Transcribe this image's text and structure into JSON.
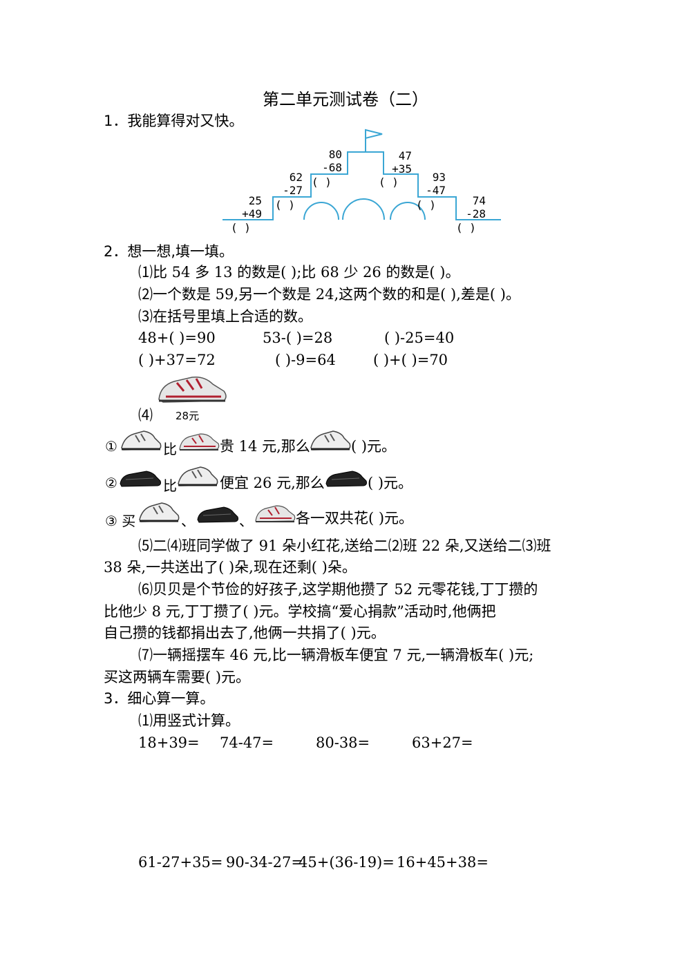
{
  "title": "第二单元测试卷（二）",
  "q1": {
    "heading": "1．我能算得对又快。",
    "castle": {
      "problems": [
        {
          "top": "25",
          "bottom": "+49",
          "blank": "(      )"
        },
        {
          "top": "62",
          "bottom": "-27",
          "blank": "(      )"
        },
        {
          "top": "80",
          "bottom": "-68",
          "blank": "(      )"
        },
        {
          "top": "47",
          "bottom": "+35",
          "blank": "(      )"
        },
        {
          "top": "93",
          "bottom": "-47",
          "blank": "(      )"
        },
        {
          "top": "74",
          "bottom": "-28",
          "blank": "(      )"
        }
      ],
      "line_color": "#3aa6d4"
    }
  },
  "q2": {
    "heading": "2．想一想,填一填。",
    "p1": "⑴比 54 多 13 的数是(        );比 68 少 26 的数是(        )。",
    "p2": "⑵一个数是 59,另一个数是 24,这两个数的和是(        ),差是(        )。",
    "p3": "⑶在括号里填上合适的数。",
    "row1": [
      "48+(        )=90",
      "53-(        )=28",
      "(        )-25=40"
    ],
    "row2": [
      "(        )+37=72",
      "(        )-9=64",
      "(        )+(        )=70"
    ],
    "p4_label": "⑷",
    "price_label": "28元",
    "sub1": {
      "num": "①",
      "t1": "比",
      "t2": "贵 14 元,那么",
      "blank": "(        )元。"
    },
    "sub2": {
      "num": "②",
      "t1": "比",
      "t2": "便宜 26 元,那么",
      "blank": "(        )元。"
    },
    "sub3": {
      "num": "③ 买",
      "sep1": "、",
      "sep2": "、",
      "tail": "各一双共花(        )元。"
    },
    "p5a": "⑸二⑷班同学做了 91 朵小红花,送给二⑵班 22 朵,又送给二⑶班",
    "p5b": "38 朵,一共送出了(        )朵,现在还剩(        )朵。",
    "p6a": "⑹贝贝是个节俭的好孩子,这学期他攒了 52 元零花钱,丁丁攒的",
    "p6b": "比他少 8 元,丁丁攒了(        )元。学校搞“爱心捐款”活动时,他俩把",
    "p6c": "自己攒的钱都捐出去了,他俩一共捐了(        )元。",
    "p7a": "⑺一辆摇摆车 46 元,比一辆滑板车便宜 7 元,一辆滑板车(        )元;",
    "p7b": "买这两辆车需要(        )元。"
  },
  "q3": {
    "heading": "3．细心算一算。",
    "p1": "⑴用竖式计算。",
    "row1": [
      "18+39=",
      "74-47=",
      "80-38=",
      "63+27="
    ],
    "row2": [
      "61-27+35=",
      "90-34-27=",
      "45+(36-19)=",
      "16+45+38="
    ]
  }
}
